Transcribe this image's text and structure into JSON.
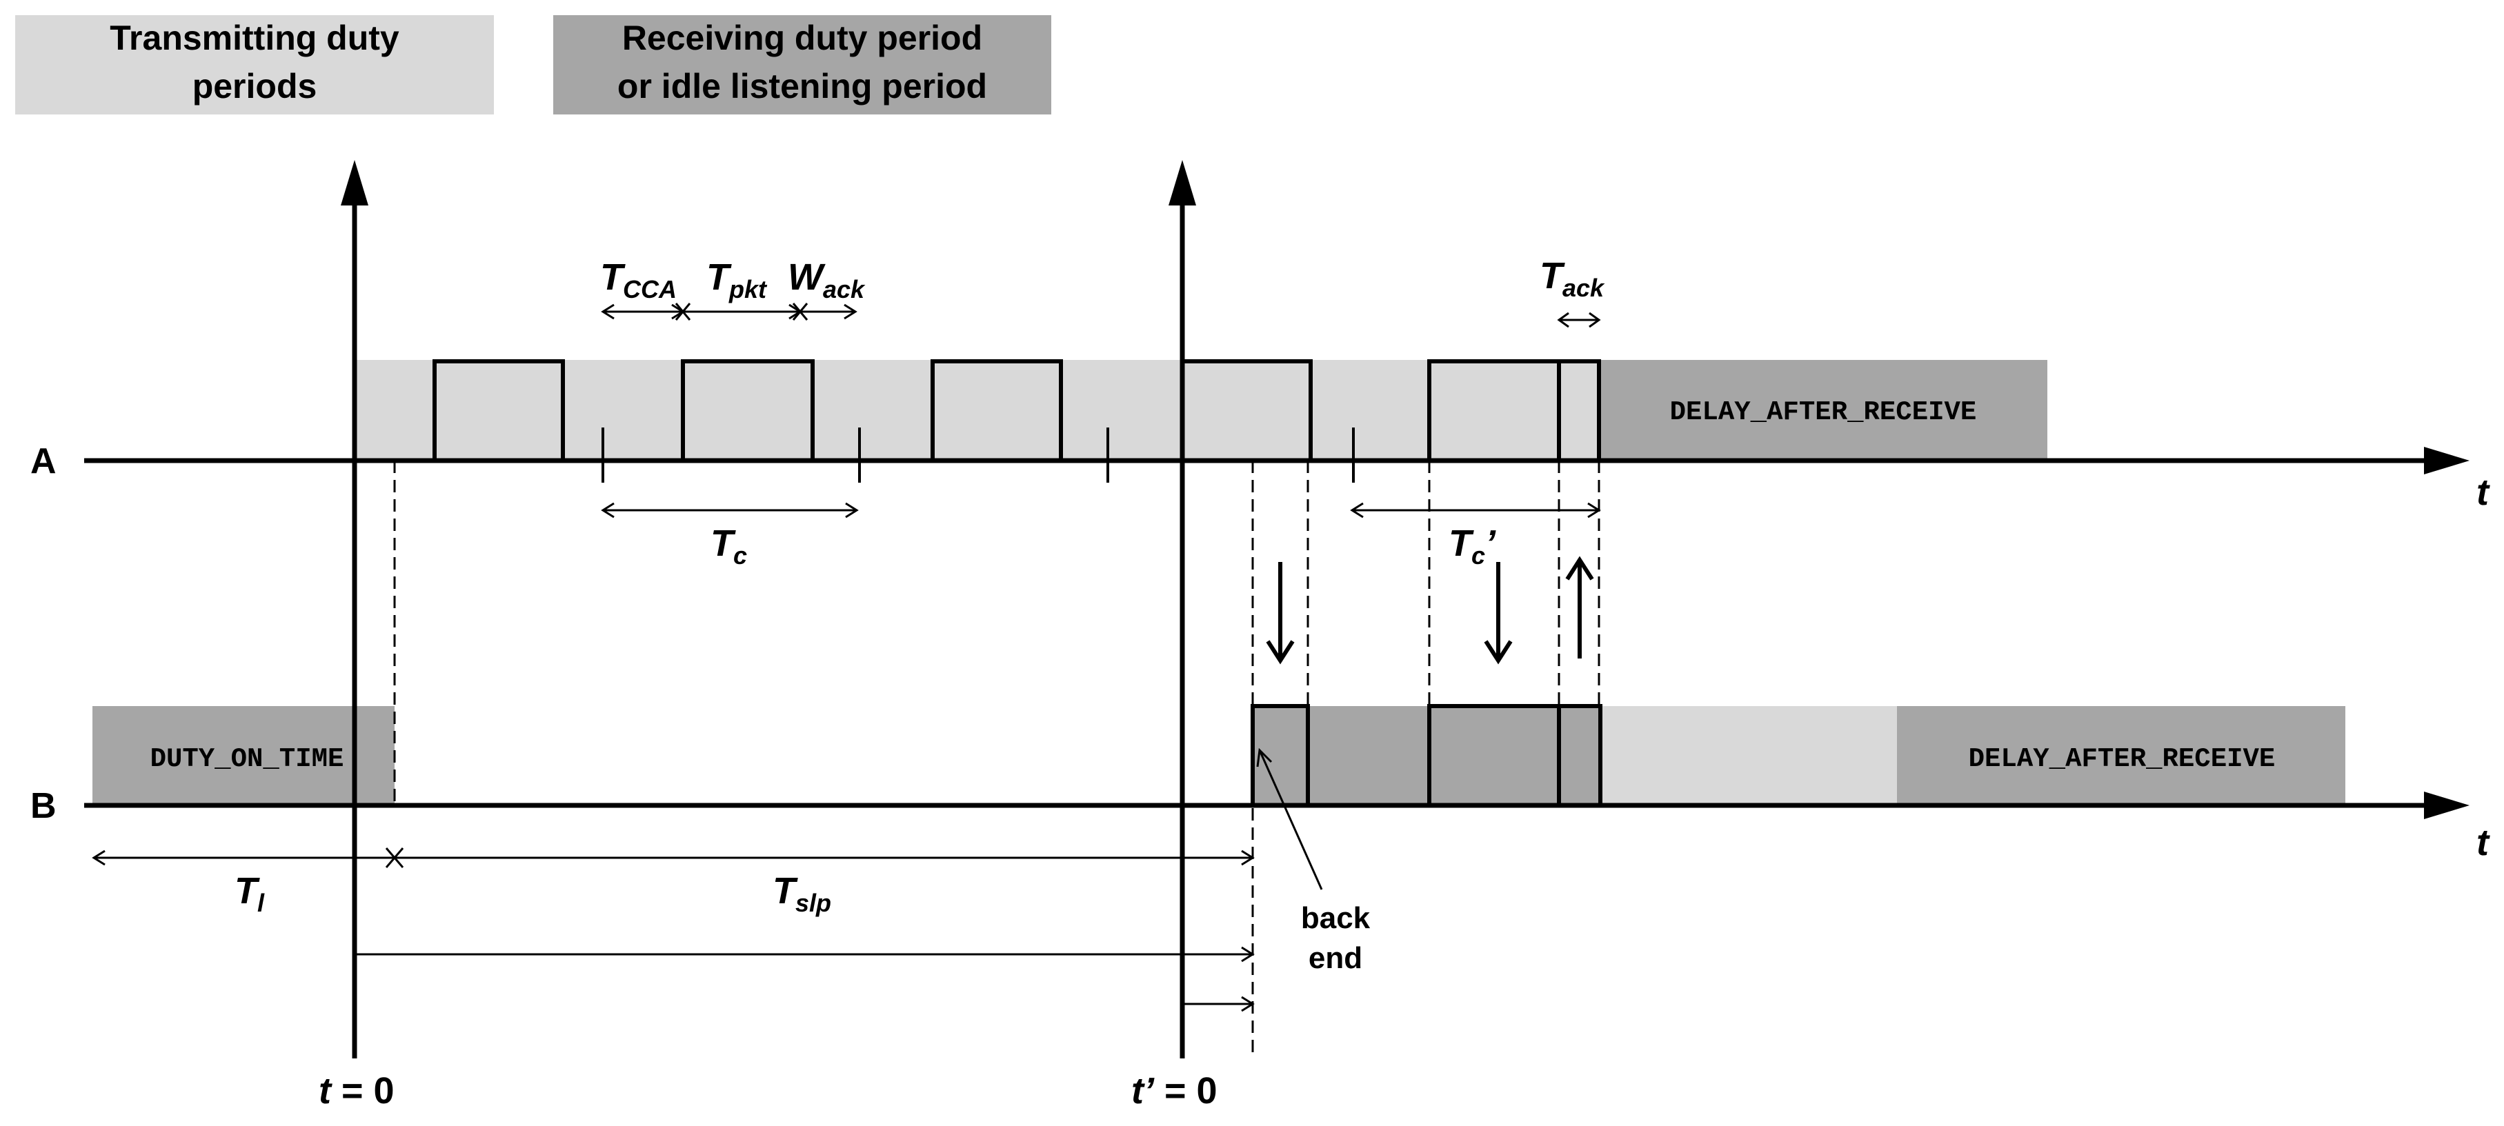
{
  "legend": {
    "transmitting": {
      "line1": "Transmitting duty",
      "line2": "periods",
      "color": "#d9d9d9"
    },
    "receiving": {
      "line1": "Receiving duty period",
      "line2": "or idle listening period",
      "color": "#a6a6a6"
    }
  },
  "colors": {
    "light": "#d9d9d9",
    "dark": "#a6a6a6",
    "line": "#000000"
  },
  "axes": {
    "a_label": "A",
    "b_label": "B",
    "t_label": "t"
  },
  "labels": {
    "t_cca": {
      "base": "T",
      "sub": "CCA"
    },
    "t_pkt": {
      "base": "T",
      "sub": "pkt"
    },
    "w_ack": {
      "base": "W",
      "sub": "ack"
    },
    "t_ack": {
      "base": "T",
      "sub": "ack"
    },
    "t_c": {
      "base": "T",
      "sub": "c"
    },
    "t_c_prime": {
      "base": "T",
      "sub": "c",
      "prime": "’"
    },
    "t_l": {
      "base": "T",
      "sub": "l"
    },
    "t_slp": {
      "base": "T",
      "sub": "slp"
    },
    "back_end": {
      "line1": "back",
      "line2": "end"
    },
    "t_zero": {
      "var": "t",
      "rest": " = 0"
    },
    "t_prime_zero": {
      "var": "t’",
      "rest": " = 0"
    }
  },
  "boxes": {
    "a_delay_after_receive": "DELAY_AFTER_RECEIVE",
    "b_duty_on_time": "DUTY_ON_TIME",
    "b_delay_after_receive": "DELAY_AFTER_RECEIVE"
  }
}
